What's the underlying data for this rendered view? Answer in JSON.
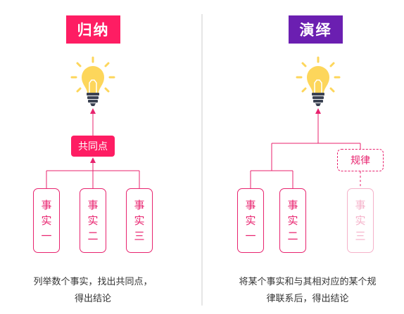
{
  "left": {
    "title": "归纳",
    "common_label": "共同点",
    "facts": [
      {
        "l1": "事",
        "l2": "实",
        "l3": "一"
      },
      {
        "l1": "事",
        "l2": "实",
        "l3": "二"
      },
      {
        "l1": "事",
        "l2": "实",
        "l3": "三"
      }
    ],
    "caption_line1": "列举数个事实，找出共同点，",
    "caption_line2": "得出结论"
  },
  "right": {
    "title": "演绎",
    "rule_label": "规律",
    "facts": [
      {
        "l1": "事",
        "l2": "实",
        "l3": "一"
      },
      {
        "l1": "事",
        "l2": "实",
        "l3": "二"
      },
      {
        "l1": "事",
        "l2": "实",
        "l3": "三"
      }
    ],
    "caption_line1": "将某个事实和与其相对应的某个规",
    "caption_line2": "律联系后，得出结论"
  },
  "colors": {
    "title_left": "#fe1d63",
    "title_right": "#6b1fb1",
    "line": "#e8226e",
    "faded": "#f5b1c9",
    "bulb": "#fdd65b",
    "bulb_base": "#3b4252"
  },
  "icons": [
    "lightbulb-icon",
    "lightbulb-icon"
  ]
}
